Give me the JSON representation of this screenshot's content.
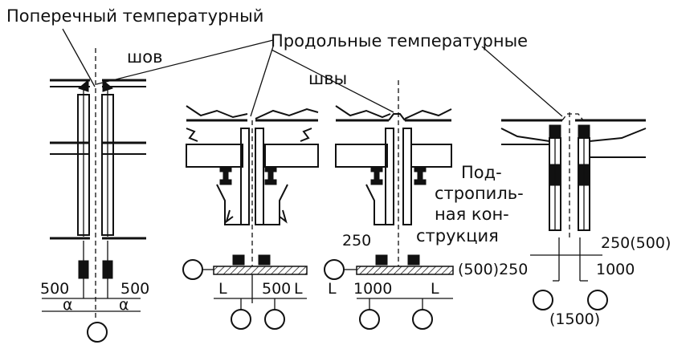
{
  "labels": {
    "transverse_1": "Поперечный температурный",
    "transverse_2": "шов",
    "longitudinal_1": "Продольные температурные",
    "longitudinal_2": "швы",
    "truss_1": "Под-",
    "truss_2": "стропиль-",
    "truss_3": "ная кон-",
    "truss_4": "струкция"
  },
  "dims": {
    "d1_left": "500",
    "d1_right": "500",
    "d1_a_left": "α",
    "d1_a_right": "α",
    "d2_L_left": "L",
    "d2_500": "500",
    "d2_L_right": "L",
    "d3_250": "250",
    "d3_L_left": "L",
    "d3_1000": "1000",
    "d3_L_right": "L",
    "d4_250_500": "250(500)",
    "d4_500_250": "(500)250",
    "d4_1000": "1000",
    "d4_1500": "(1500)"
  }
}
